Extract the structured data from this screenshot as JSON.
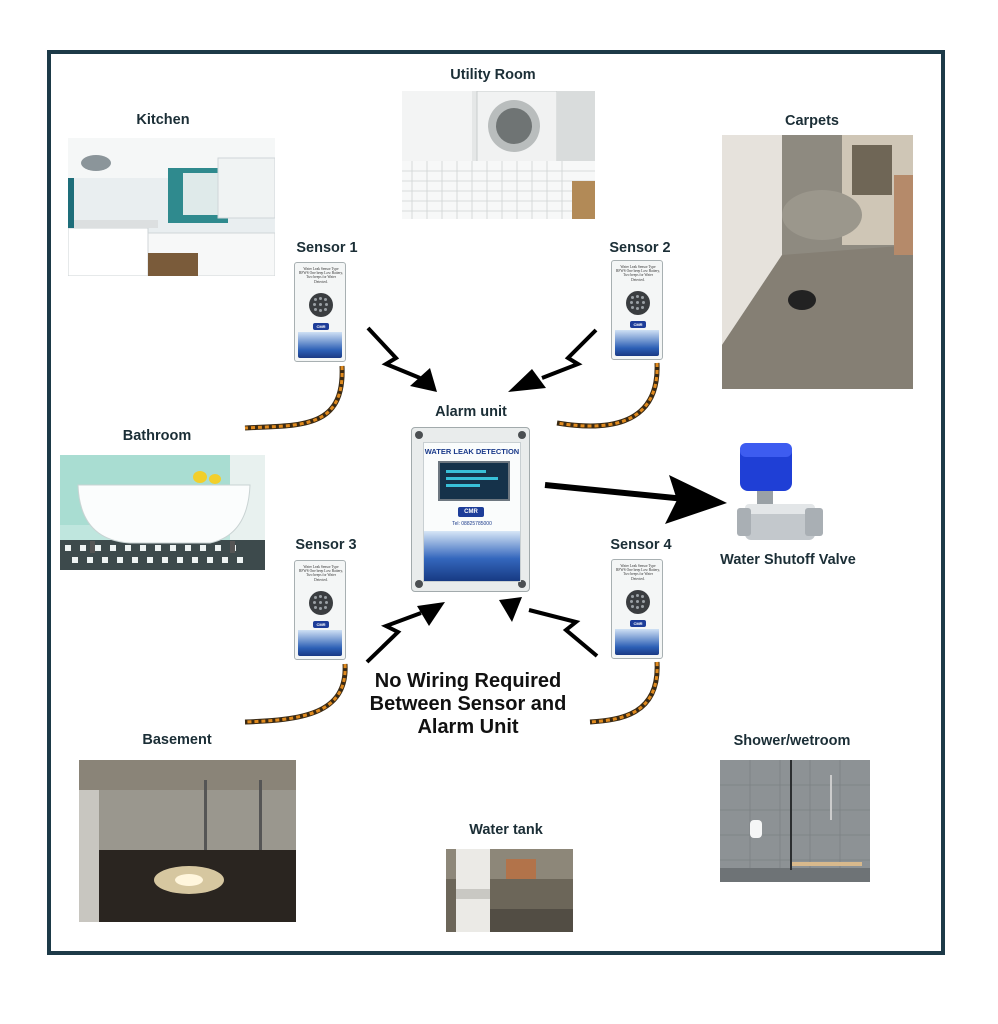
{
  "locations": {
    "kitchen": "Kitchen",
    "utility_room": "Utility Room",
    "carpets": "Carpets",
    "bathroom": "Bathroom",
    "basement": "Basement",
    "water_tank": "Water tank",
    "shower": "Shower/wetroom"
  },
  "sensors": {
    "s1": "Sensor 1",
    "s2": "Sensor 2",
    "s3": "Sensor 3",
    "s4": "Sensor 4"
  },
  "alarm": {
    "label": "Alarm unit",
    "panel_title": "WATER LEAK DETECTION",
    "brand": "CMR",
    "tel": "Tel: 08825785000"
  },
  "valve": {
    "label": "Water Shutoff Valve"
  },
  "sensor_device_text": "Water Leak Sensor Type RFWS One beep Low Battery, Two beeps for Water Detected.",
  "sensor_brand": "CMR",
  "message": {
    "line1": "No Wiring Required",
    "line2": "Between Sensor and",
    "line3": "Alarm Unit"
  },
  "colors": {
    "frame": "#1d3a48",
    "label": "#1b2e36",
    "wire_orange": "#e08a1e",
    "valve_blue": "#1f3fd6"
  }
}
